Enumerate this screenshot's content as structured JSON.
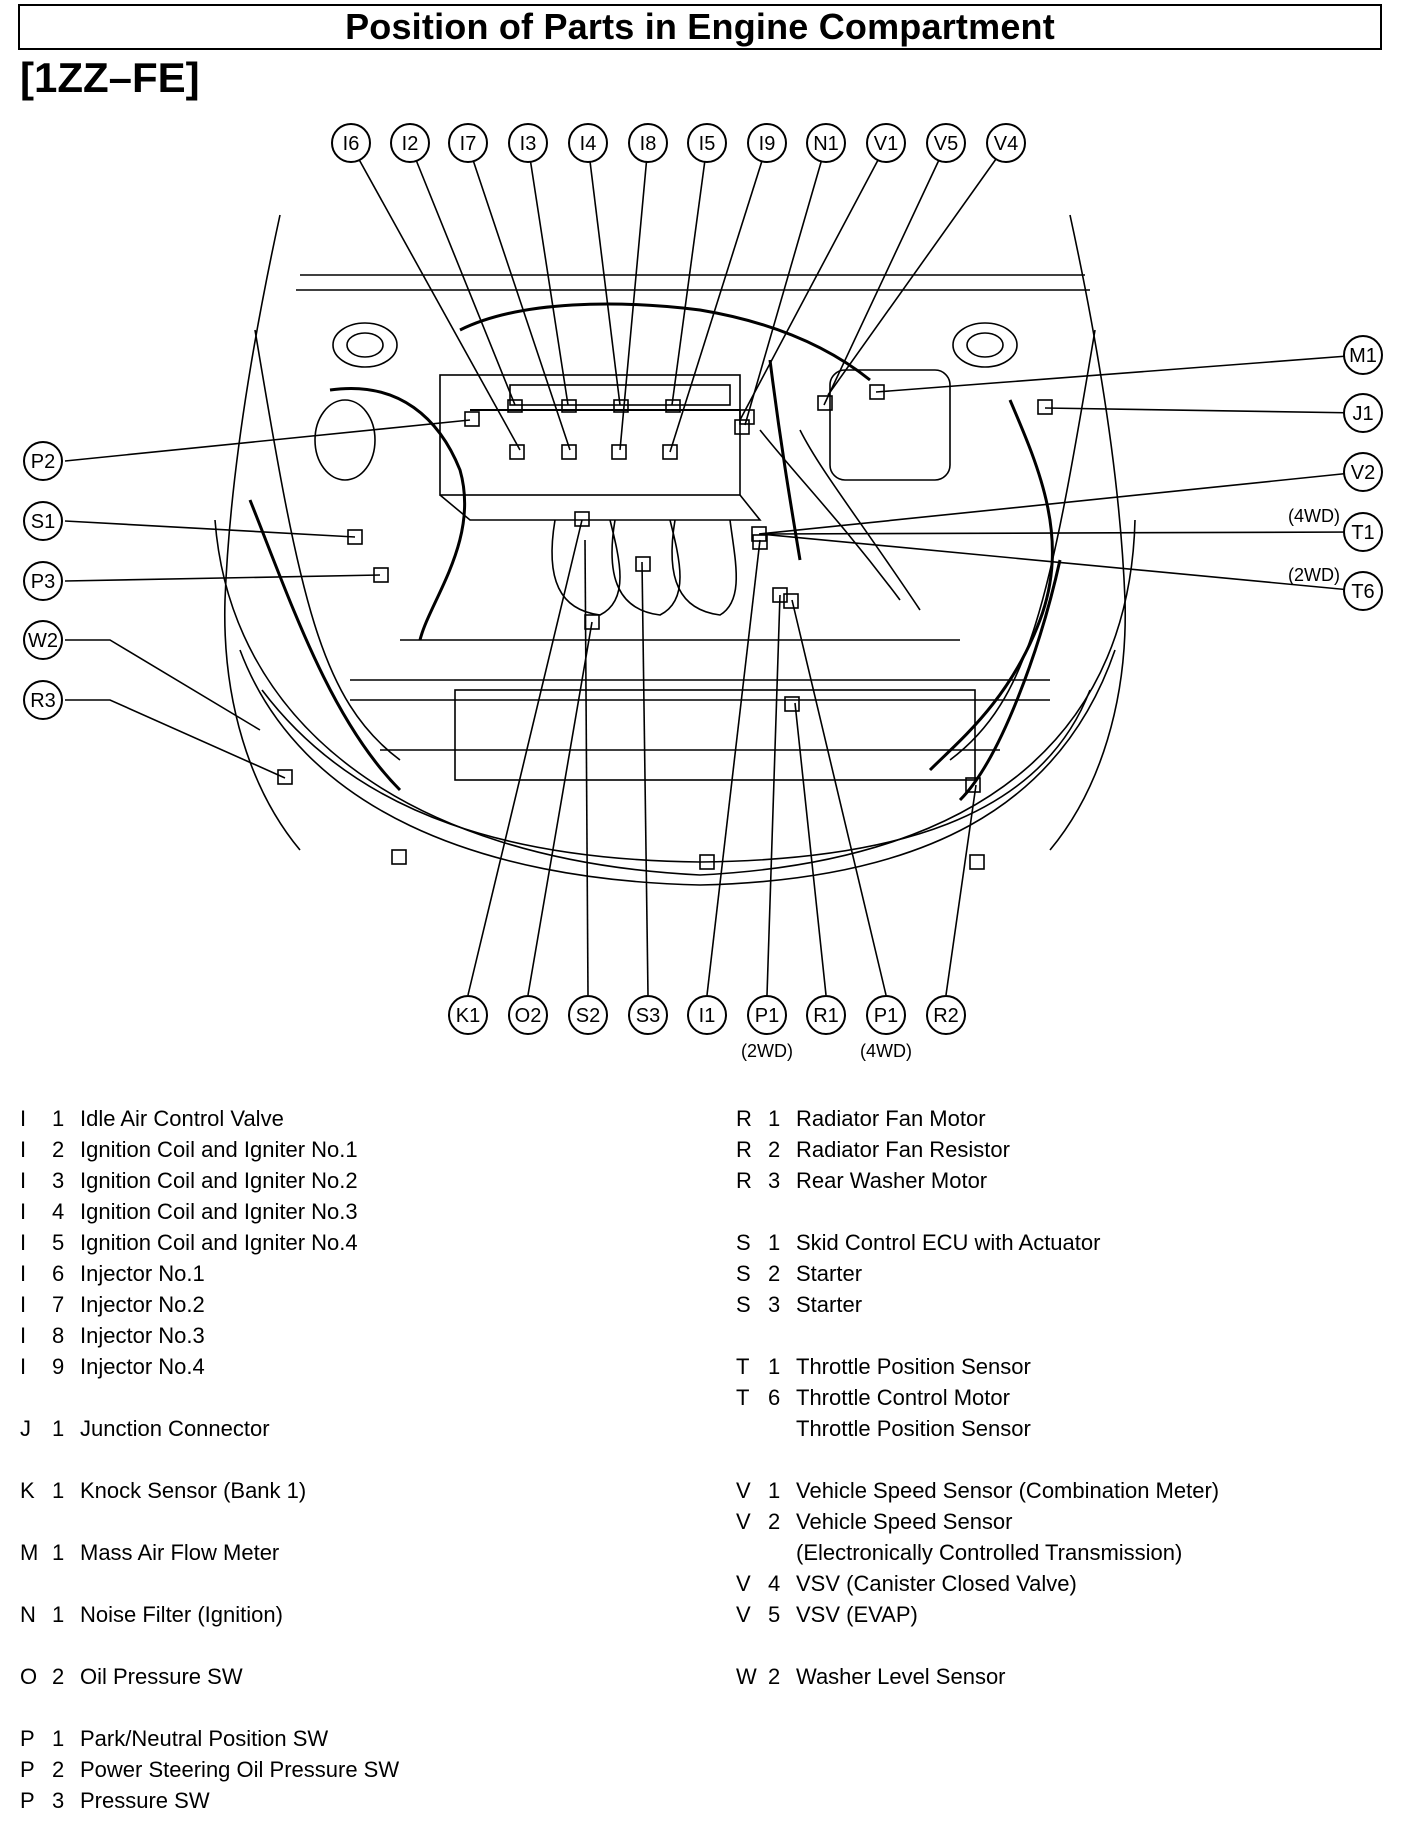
{
  "title": "Position of Parts in Engine Compartment",
  "subtitle": "[1ZZ–FE]",
  "callouts": {
    "I6": "I6",
    "I2": "I2",
    "I7": "I7",
    "I3": "I3",
    "I4": "I4",
    "I8": "I8",
    "I5": "I5",
    "I9": "I9",
    "N1": "N1",
    "V1": "V1",
    "V5": "V5",
    "V4": "V4",
    "M1": "M1",
    "J1": "J1",
    "V2": "V2",
    "T1": "T1",
    "T6": "T6",
    "P2": "P2",
    "S1": "S1",
    "P3": "P3",
    "W2": "W2",
    "R3": "R3",
    "K1": "K1",
    "O2": "O2",
    "S2": "S2",
    "S3": "S3",
    "I1": "I1",
    "P1_2WD": "P1",
    "R1": "R1",
    "P1_4WD": "P1",
    "R2": "R2"
  },
  "notes": {
    "t1": "(4WD)",
    "t6": "(2WD)",
    "p1a": "(2WD)",
    "p1b": "(4WD)"
  },
  "legend_left": [
    {
      "letter": "I",
      "num": "1",
      "desc": "Idle Air Control Valve"
    },
    {
      "letter": "I",
      "num": "2",
      "desc": "Ignition Coil and Igniter No.1"
    },
    {
      "letter": "I",
      "num": "3",
      "desc": "Ignition Coil and Igniter No.2"
    },
    {
      "letter": "I",
      "num": "4",
      "desc": "Ignition Coil and Igniter No.3"
    },
    {
      "letter": "I",
      "num": "5",
      "desc": "Ignition Coil and Igniter No.4"
    },
    {
      "letter": "I",
      "num": "6",
      "desc": "Injector No.1"
    },
    {
      "letter": "I",
      "num": "7",
      "desc": "Injector No.2"
    },
    {
      "letter": "I",
      "num": "8",
      "desc": "Injector No.3"
    },
    {
      "letter": "I",
      "num": "9",
      "desc": "Injector No.4"
    },
    {
      "letter": "",
      "num": "",
      "desc": ""
    },
    {
      "letter": "J",
      "num": "1",
      "desc": "Junction Connector"
    },
    {
      "letter": "",
      "num": "",
      "desc": ""
    },
    {
      "letter": "K",
      "num": "1",
      "desc": "Knock Sensor (Bank 1)"
    },
    {
      "letter": "",
      "num": "",
      "desc": ""
    },
    {
      "letter": "M",
      "num": "1",
      "desc": "Mass Air Flow Meter"
    },
    {
      "letter": "",
      "num": "",
      "desc": ""
    },
    {
      "letter": "N",
      "num": "1",
      "desc": "Noise Filter (Ignition)"
    },
    {
      "letter": "",
      "num": "",
      "desc": ""
    },
    {
      "letter": "O",
      "num": "2",
      "desc": "Oil Pressure SW"
    },
    {
      "letter": "",
      "num": "",
      "desc": ""
    },
    {
      "letter": "P",
      "num": "1",
      "desc": "Park/Neutral Position SW"
    },
    {
      "letter": "P",
      "num": "2",
      "desc": "Power Steering Oil Pressure SW"
    },
    {
      "letter": "P",
      "num": "3",
      "desc": "Pressure SW"
    }
  ],
  "legend_right": [
    {
      "letter": "R",
      "num": "1",
      "desc": "Radiator Fan Motor"
    },
    {
      "letter": "R",
      "num": "2",
      "desc": "Radiator Fan Resistor"
    },
    {
      "letter": "R",
      "num": "3",
      "desc": "Rear Washer Motor"
    },
    {
      "letter": "",
      "num": "",
      "desc": ""
    },
    {
      "letter": "S",
      "num": "1",
      "desc": "Skid Control ECU with Actuator"
    },
    {
      "letter": "S",
      "num": "2",
      "desc": "Starter"
    },
    {
      "letter": "S",
      "num": "3",
      "desc": "Starter"
    },
    {
      "letter": "",
      "num": "",
      "desc": ""
    },
    {
      "letter": "T",
      "num": "1",
      "desc": "Throttle Position Sensor"
    },
    {
      "letter": "T",
      "num": "6",
      "desc": "Throttle Control Motor"
    },
    {
      "letter": "",
      "num": "",
      "desc": "Throttle Position Sensor"
    },
    {
      "letter": "",
      "num": "",
      "desc": ""
    },
    {
      "letter": "V",
      "num": "1",
      "desc": "Vehicle Speed Sensor (Combination Meter)"
    },
    {
      "letter": "V",
      "num": "2",
      "desc": "Vehicle Speed Sensor"
    },
    {
      "letter": "",
      "num": "",
      "desc": "(Electronically Controlled Transmission)"
    },
    {
      "letter": "V",
      "num": "4",
      "desc": "VSV (Canister Closed Valve)"
    },
    {
      "letter": "V",
      "num": "5",
      "desc": "VSV (EVAP)"
    },
    {
      "letter": "",
      "num": "",
      "desc": ""
    },
    {
      "letter": "W",
      "num": "2",
      "desc": "Washer Level Sensor"
    }
  ]
}
